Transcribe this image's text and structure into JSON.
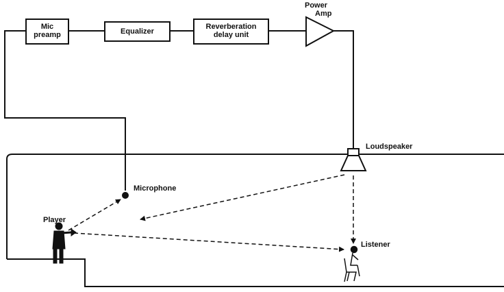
{
  "blocks": {
    "mic_preamp": [
      "Mic",
      "preamp"
    ],
    "equalizer": "Equalizer",
    "reverb": [
      "Reverberation",
      "delay unit"
    ],
    "power_amp": [
      "Power",
      "Amp"
    ]
  },
  "labels": {
    "loudspeaker": "Loudspeaker",
    "microphone": "Microphone",
    "player": "Player",
    "listener": "Listener"
  },
  "colors": {
    "ink": "#111111",
    "background": "#ffffff"
  }
}
